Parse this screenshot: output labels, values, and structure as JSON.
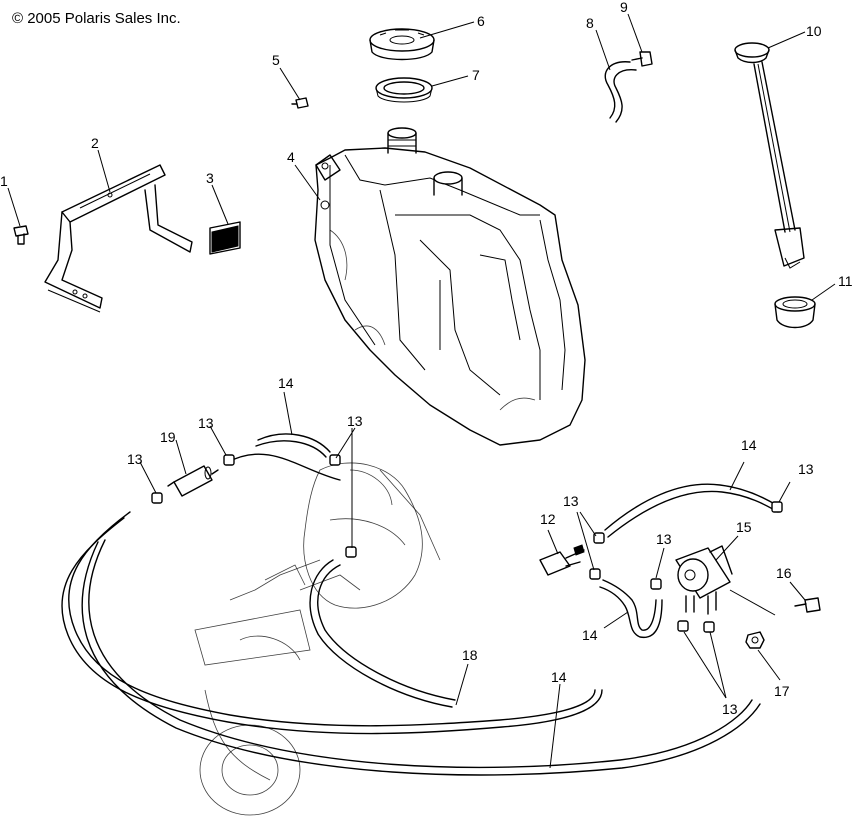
{
  "copyright": "© 2005 Polaris Sales Inc.",
  "callouts": {
    "c1": "1",
    "c2": "2",
    "c3": "3",
    "c4": "4",
    "c5": "5",
    "c6": "6",
    "c7": "7",
    "c8": "8",
    "c9": "9",
    "c10": "10",
    "c11": "11",
    "c12": "12",
    "c13": "13",
    "c14": "14",
    "c15": "15",
    "c16": "16",
    "c17": "17",
    "c18": "18",
    "c19": "19"
  }
}
